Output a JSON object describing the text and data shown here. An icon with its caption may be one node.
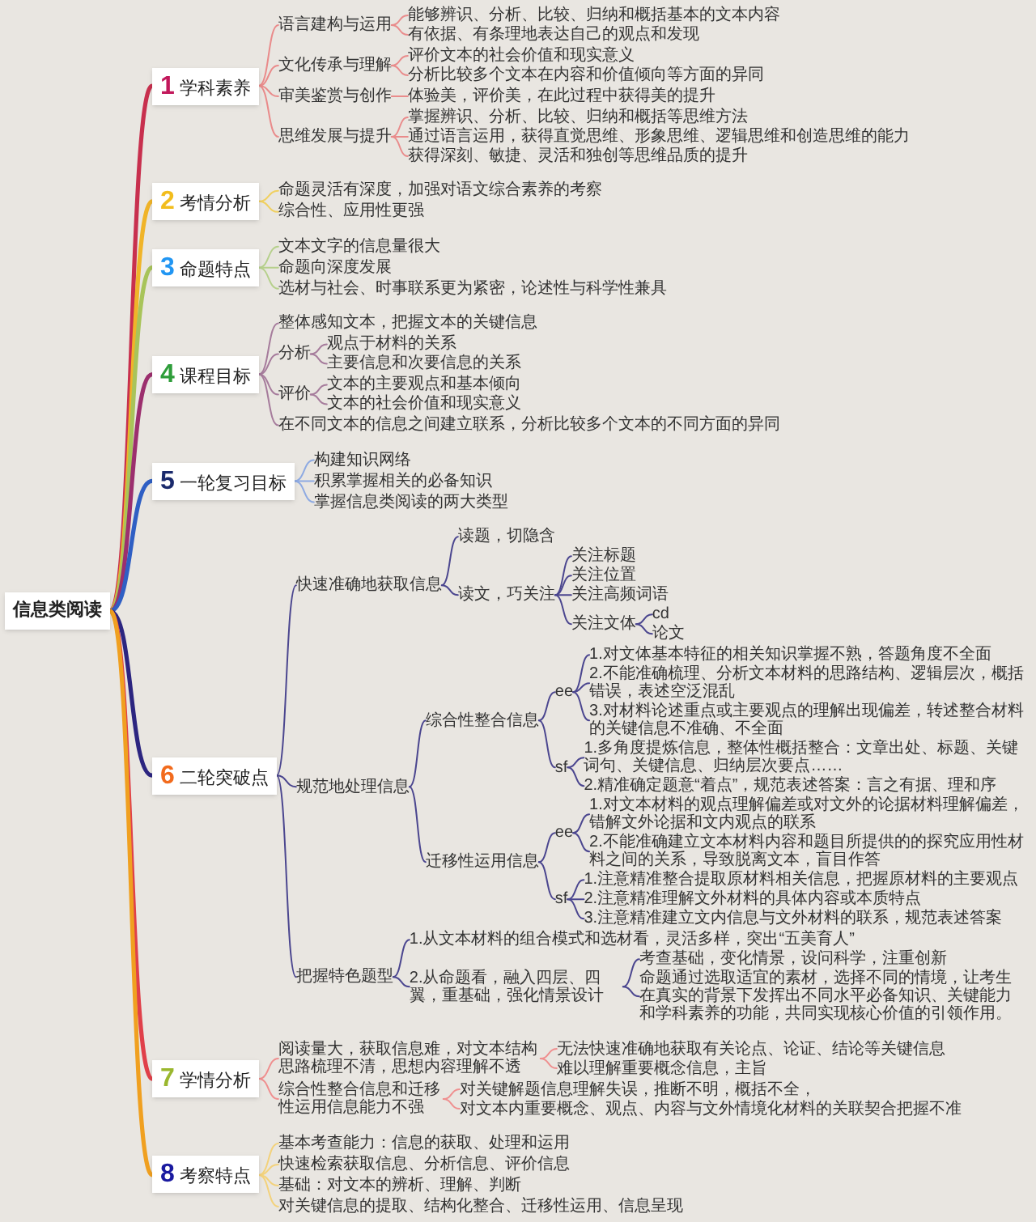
{
  "diagram": {
    "nodes": [
      {
        "text": [
          "信息类阅读"
        ]
      },
      {
        "text": [
          "1",
          "学科素养"
        ]
      },
      {
        "text": [
          "语言建构与运用"
        ]
      },
      {
        "text": [
          "能够辨识、分析、比较、归纳和概括基本的文本内容"
        ]
      },
      {
        "text": [
          "有依据、有条理地表达自己的观点和发现"
        ]
      },
      {
        "text": [
          "文化传承与理解"
        ]
      },
      {
        "text": [
          "评价文本的社会价值和现实意义"
        ]
      },
      {
        "text": [
          "分析比较多个文本在内容和价值倾向等方面的异同"
        ]
      },
      {
        "text": [
          "审美鉴赏与创作"
        ]
      },
      {
        "text": [
          "体验美，评价美，在此过程中获得美的提升"
        ]
      },
      {
        "text": [
          "思维发展与提升"
        ]
      },
      {
        "text": [
          "掌握辨识、分析、比较、归纳和概括等思维方法"
        ]
      },
      {
        "text": [
          "通过语言运用，获得直觉思维、形象思维、逻辑思维和创造思维的能力"
        ]
      },
      {
        "text": [
          "获得深刻、敏捷、灵活和独创等思维品质的提升"
        ]
      },
      {
        "text": [
          "2",
          "考情分析"
        ]
      },
      {
        "text": [
          "命题灵活有深度，加强对语文综合素养的考察"
        ]
      },
      {
        "text": [
          "综合性、应用性更强"
        ]
      },
      {
        "text": [
          "3",
          "命题特点"
        ]
      },
      {
        "text": [
          "文本文字的信息量很大"
        ]
      },
      {
        "text": [
          "命题向深度发展"
        ]
      },
      {
        "text": [
          "选材与社会、时事联系更为紧密，论述性与科学性兼具"
        ]
      },
      {
        "text": [
          "4",
          "课程目标"
        ]
      },
      {
        "text": [
          "整体感知文本，把握文本的关键信息"
        ]
      },
      {
        "text": [
          "分析"
        ]
      },
      {
        "text": [
          "观点于材料的关系"
        ]
      },
      {
        "text": [
          "主要信息和次要信息的关系"
        ]
      },
      {
        "text": [
          "评价"
        ]
      },
      {
        "text": [
          "文本的主要观点和基本倾向"
        ]
      },
      {
        "text": [
          "文本的社会价值和现实意义"
        ]
      },
      {
        "text": [
          "在不同文本的信息之间建立联系，分析比较多个文本的不同方面的异同"
        ]
      },
      {
        "text": [
          "5",
          "一轮复习目标"
        ]
      },
      {
        "text": [
          "构建知识网络"
        ]
      },
      {
        "text": [
          "积累掌握相关的必备知识"
        ]
      },
      {
        "text": [
          "掌握信息类阅读的两大类型"
        ]
      },
      {
        "text": [
          "6",
          "二轮突破点"
        ]
      },
      {
        "text": [
          "快速准确地获取信息"
        ]
      },
      {
        "text": [
          "读题，切隐含"
        ]
      },
      {
        "text": [
          "读文，巧关注"
        ]
      },
      {
        "text": [
          "关注标题"
        ]
      },
      {
        "text": [
          "关注位置"
        ]
      },
      {
        "text": [
          "关注高频词语"
        ]
      },
      {
        "text": [
          "关注文体"
        ]
      },
      {
        "text": [
          "cd"
        ]
      },
      {
        "text": [
          "论文"
        ]
      },
      {
        "text": [
          "规范地处理信息"
        ]
      },
      {
        "text": [
          "综合性整合信息"
        ]
      },
      {
        "text": [
          "ee"
        ]
      },
      {
        "text": [
          "1.对文体基本特征的相关知识掌握不熟，答题角度不全面"
        ]
      },
      {
        "text": [
          "2.不能准确梳理、分析文本材料的思路结构、逻辑层次，概括错误，表述空泛混乱"
        ]
      },
      {
        "text": [
          "3.对材料论述重点或主要观点的理解出现偏差，转述整合材料的关键信息不准确、不全面"
        ]
      },
      {
        "text": [
          "sf"
        ]
      },
      {
        "text": [
          "1.多角度提炼信息，整体性概括整合：文章出处、标题、关键词句、关键信息、归纳层次要点……"
        ]
      },
      {
        "text": [
          "2.精准确定题意“着点”，规范表述答案：言之有据、理和序"
        ]
      },
      {
        "text": [
          "迁移性运用信息"
        ]
      },
      {
        "text": [
          "ee"
        ]
      },
      {
        "text": [
          "1.对文本材料的观点理解偏差或对文外的论据材料理解偏差，错解文外论据和文内观点的联系"
        ]
      },
      {
        "text": [
          "2.不能准确建立文本材料内容和题目所提供的的探究应用性材料之间的关系，导致脱离文本，盲目作答"
        ]
      },
      {
        "text": [
          "sf"
        ]
      },
      {
        "text": [
          "1.注意精准整合提取原材料相关信息，把握原材料的主要观点"
        ]
      },
      {
        "text": [
          "2.注意精准理解文外材料的具体内容或本质特点"
        ]
      },
      {
        "text": [
          "3.注意精准建立文内信息与文外材料的联系，规范表述答案"
        ]
      },
      {
        "text": [
          "把握特色题型"
        ]
      },
      {
        "text": [
          "1.从文本材料的组合模式和选材看，灵活多样，突出“五美育人”"
        ]
      },
      {
        "text": [
          "2.从命题看，融入四层、四翼，重基础，强化情景设计"
        ]
      },
      {
        "text": [
          "考查基础，变化情景，设问科学，注重创新"
        ]
      },
      {
        "text": [
          "命题通过选取适宜的素材，选择不同的情境，让考生在真实的背景下发挥出不同水平必备知识、关键能力和学科素养的功能，共同实现核心价值的引领作用。"
        ]
      },
      {
        "text": [
          "7",
          "学情分析"
        ]
      },
      {
        "text": [
          "阅读量大，获取信息难，对文本结构思路梳理不清，思想内容理解不透"
        ]
      },
      {
        "text": [
          "无法快速准确地获取有关论点、论证、结论等关键信息"
        ]
      },
      {
        "text": [
          "难以理解重要概念信息，主旨"
        ]
      },
      {
        "text": [
          "综合性整合信息和迁移性运用信息能力不强"
        ]
      },
      {
        "text": [
          "对关键解题信息理解失误，推断不明，概括不全，"
        ]
      },
      {
        "text": [
          "对文本内重要概念、观点、内容与文外情境化材料的关联契合把握不准"
        ]
      },
      {
        "text": [
          "8",
          "考察特点"
        ]
      },
      {
        "text": [
          "基本考查能力：信息的获取、处理和运用"
        ]
      },
      {
        "text": [
          "快速检索获取信息、分析信息、评价信息"
        ]
      },
      {
        "text": [
          "基础：对文本的辨析、理解、判断"
        ]
      },
      {
        "text": [
          "对关键信息的提取、结构化整合、迁移性运用、信息呈现"
        ]
      }
    ],
    "edges": [
      {
        "from": 0,
        "to": 1,
        "arrow": "none",
        "style": "thick",
        "color": "#c8304e"
      },
      {
        "from": 1,
        "to": 2,
        "arrow": "none",
        "color": "#e98b8b"
      },
      {
        "from": 2,
        "to": 3,
        "arrow": "none",
        "color": "#e98b8b"
      },
      {
        "from": 2,
        "to": 4,
        "arrow": "none",
        "color": "#e98b8b"
      },
      {
        "from": 1,
        "to": 5,
        "arrow": "none",
        "color": "#e98b8b"
      },
      {
        "from": 5,
        "to": 6,
        "arrow": "none",
        "color": "#e98b8b"
      },
      {
        "from": 5,
        "to": 7,
        "arrow": "none",
        "color": "#e98b8b"
      },
      {
        "from": 1,
        "to": 8,
        "arrow": "none",
        "color": "#e98b8b"
      },
      {
        "from": 8,
        "to": 9,
        "arrow": "none",
        "color": "#e98b8b"
      },
      {
        "from": 1,
        "to": 10,
        "arrow": "none",
        "color": "#e98b8b"
      },
      {
        "from": 10,
        "to": 11,
        "arrow": "none",
        "color": "#e98b8b"
      },
      {
        "from": 10,
        "to": 12,
        "arrow": "none",
        "color": "#e98b8b"
      },
      {
        "from": 10,
        "to": 13,
        "arrow": "none",
        "color": "#e98b8b"
      },
      {
        "from": 0,
        "to": 14,
        "arrow": "none",
        "style": "thick",
        "color": "#f0b429"
      },
      {
        "from": 14,
        "to": 15,
        "arrow": "none",
        "color": "#f0d060"
      },
      {
        "from": 14,
        "to": 16,
        "arrow": "none",
        "color": "#f0d060"
      },
      {
        "from": 0,
        "to": 17,
        "arrow": "none",
        "style": "thick",
        "color": "#a8c45a"
      },
      {
        "from": 17,
        "to": 18,
        "arrow": "none",
        "color": "#b6d08c"
      },
      {
        "from": 17,
        "to": 19,
        "arrow": "none",
        "color": "#b6d08c"
      },
      {
        "from": 17,
        "to": 20,
        "arrow": "none",
        "color": "#b6d08c"
      },
      {
        "from": 0,
        "to": 21,
        "arrow": "none",
        "style": "thick",
        "color": "#9c2f6e"
      },
      {
        "from": 21,
        "to": 22,
        "arrow": "none",
        "color": "#a67c9c"
      },
      {
        "from": 21,
        "to": 23,
        "arrow": "none",
        "color": "#a67c9c"
      },
      {
        "from": 23,
        "to": 24,
        "arrow": "none",
        "color": "#a67c9c"
      },
      {
        "from": 23,
        "to": 25,
        "arrow": "none",
        "color": "#a67c9c"
      },
      {
        "from": 21,
        "to": 26,
        "arrow": "none",
        "color": "#a67c9c"
      },
      {
        "from": 26,
        "to": 27,
        "arrow": "none",
        "color": "#a67c9c"
      },
      {
        "from": 26,
        "to": 28,
        "arrow": "none",
        "color": "#a67c9c"
      },
      {
        "from": 21,
        "to": 29,
        "arrow": "none",
        "color": "#a67c9c"
      },
      {
        "from": 0,
        "to": 30,
        "arrow": "none",
        "style": "thick",
        "color": "#2f5fc4"
      },
      {
        "from": 30,
        "to": 31,
        "arrow": "none",
        "color": "#8eaae2"
      },
      {
        "from": 30,
        "to": 32,
        "arrow": "none",
        "color": "#8eaae2"
      },
      {
        "from": 30,
        "to": 33,
        "arrow": "none",
        "color": "#8eaae2"
      },
      {
        "from": 0,
        "to": 34,
        "arrow": "none",
        "style": "thick",
        "color": "#2c2580"
      },
      {
        "from": 34,
        "to": 35,
        "arrow": "none"
      },
      {
        "from": 35,
        "to": 36,
        "arrow": "none"
      },
      {
        "from": 35,
        "to": 37,
        "arrow": "none"
      },
      {
        "from": 37,
        "to": 38,
        "arrow": "none"
      },
      {
        "from": 37,
        "to": 39,
        "arrow": "none"
      },
      {
        "from": 37,
        "to": 40,
        "arrow": "none"
      },
      {
        "from": 37,
        "to": 41,
        "arrow": "none"
      },
      {
        "from": 41,
        "to": 42,
        "arrow": "none"
      },
      {
        "from": 41,
        "to": 43,
        "arrow": "none"
      },
      {
        "from": 34,
        "to": 44,
        "arrow": "none"
      },
      {
        "from": 44,
        "to": 45,
        "arrow": "none"
      },
      {
        "from": 45,
        "to": 46,
        "arrow": "none"
      },
      {
        "from": 46,
        "to": 47,
        "arrow": "none"
      },
      {
        "from": 46,
        "to": 48,
        "arrow": "none"
      },
      {
        "from": 46,
        "to": 49,
        "arrow": "none"
      },
      {
        "from": 45,
        "to": 50,
        "arrow": "none"
      },
      {
        "from": 50,
        "to": 51,
        "arrow": "none"
      },
      {
        "from": 50,
        "to": 52,
        "arrow": "none"
      },
      {
        "from": 44,
        "to": 53,
        "arrow": "none"
      },
      {
        "from": 53,
        "to": 54,
        "arrow": "none"
      },
      {
        "from": 54,
        "to": 55,
        "arrow": "none"
      },
      {
        "from": 54,
        "to": 56,
        "arrow": "none"
      },
      {
        "from": 53,
        "to": 57,
        "arrow": "none"
      },
      {
        "from": 57,
        "to": 58,
        "arrow": "none"
      },
      {
        "from": 57,
        "to": 59,
        "arrow": "none"
      },
      {
        "from": 57,
        "to": 60,
        "arrow": "none"
      },
      {
        "from": 34,
        "to": 61,
        "arrow": "none"
      },
      {
        "from": 61,
        "to": 62,
        "arrow": "none"
      },
      {
        "from": 61,
        "to": 63,
        "arrow": "none"
      },
      {
        "from": 63,
        "to": 64,
        "arrow": "none"
      },
      {
        "from": 63,
        "to": 65,
        "arrow": "none"
      },
      {
        "from": 0,
        "to": 66,
        "arrow": "none",
        "style": "thick",
        "color": "#e0404a"
      },
      {
        "from": 66,
        "to": 67,
        "arrow": "none",
        "color": "#ef8f8f"
      },
      {
        "from": 67,
        "to": 68,
        "arrow": "none",
        "color": "#ef8f8f"
      },
      {
        "from": 67,
        "to": 69,
        "arrow": "none",
        "color": "#ef8f8f"
      },
      {
        "from": 66,
        "to": 70,
        "arrow": "none",
        "color": "#ef8f8f"
      },
      {
        "from": 70,
        "to": 71,
        "arrow": "none",
        "color": "#ef8f8f"
      },
      {
        "from": 70,
        "to": 72,
        "arrow": "none",
        "color": "#ef8f8f"
      },
      {
        "from": 0,
        "to": 73,
        "arrow": "none",
        "style": "thick",
        "color": "#f0a020"
      },
      {
        "from": 73,
        "to": 74,
        "arrow": "none",
        "color": "#f3d27c"
      },
      {
        "from": 73,
        "to": 75,
        "arrow": "none",
        "color": "#f3d27c"
      },
      {
        "from": 73,
        "to": 76,
        "arrow": "none",
        "color": "#f3d27c"
      },
      {
        "from": 73,
        "to": 77,
        "arrow": "none",
        "color": "#f3d27c"
      }
    ]
  }
}
